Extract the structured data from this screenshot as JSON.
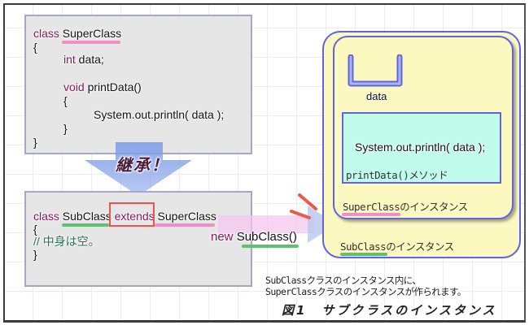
{
  "superclass_code": {
    "line1_kw": "class",
    "line1_name": "SuperClass",
    "line2": "{",
    "line3_kw": "int",
    "line3_rest": " data;",
    "line4_kw": "void",
    "line4_rest": " printData()",
    "line5": "{",
    "line6": "System.out.println( data );",
    "line7": "}",
    "line8": "}"
  },
  "inherit_label": "継承！",
  "subclass_code": {
    "line1_kw": "class",
    "line1_name": "SubClass",
    "line1_extends": "extends",
    "line1_super": "SuperClass",
    "line2": "{",
    "line3_comment": "// 中身は空。",
    "line4": "}"
  },
  "new_expr": {
    "kw": "new",
    "name": "SubClass()"
  },
  "instance_diagram": {
    "field_label": "data",
    "method_code": "System.out.println( data );",
    "method_label": "printData()メソッド",
    "superclass_instance_name": "SuperClass",
    "superclass_instance_suffix": "のインスタンス",
    "subclass_instance_name": "SubClass",
    "subclass_instance_suffix": "のインスタンス"
  },
  "note": {
    "line1": "SubClassクラスのインスタンス内に、",
    "line2": "SuperClassクラスのインスタンスが作られます。"
  },
  "caption": "図1　サブクラスのインスタンス",
  "colors": {
    "keyword": "#8a1a5a",
    "comment": "#2f6e50",
    "pink_underline": "#f28ec6",
    "green_underline": "#5fbf73",
    "instance_border": "#6262e8",
    "instance_fill": "#fbf8c0",
    "method_fill": "#c1fbec",
    "extends_highlight": "#e8554c",
    "arrow_blue": "#6f93e6"
  }
}
